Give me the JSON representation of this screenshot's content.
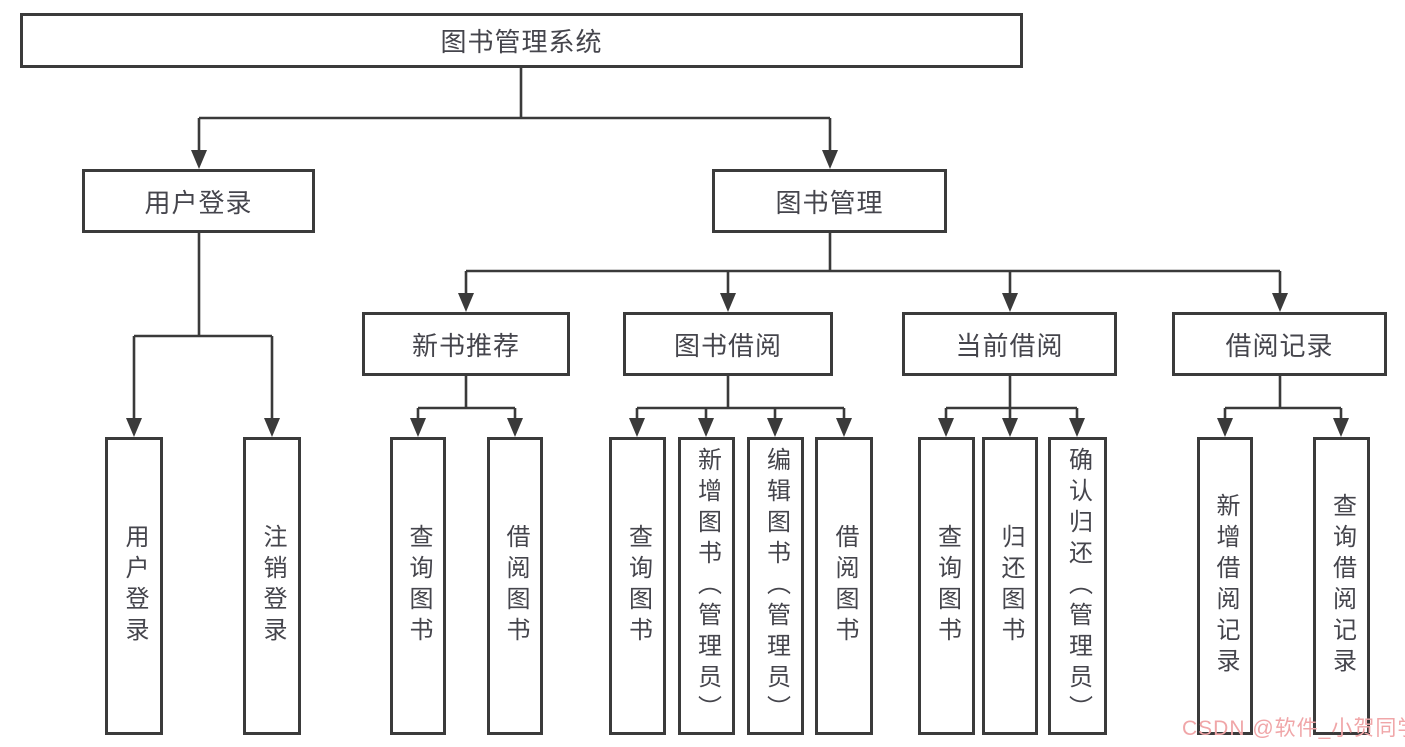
{
  "diagram": {
    "title": "图书管理系统",
    "root": {
      "label": "图书管理系统"
    },
    "branches": [
      {
        "label": "用户登录",
        "children": [
          {
            "label": "用户登录"
          },
          {
            "label": "注销登录"
          }
        ]
      },
      {
        "label": "图书管理",
        "children": [
          {
            "label": "新书推荐",
            "children": [
              {
                "label": "查询图书"
              },
              {
                "label": "借阅图书"
              }
            ]
          },
          {
            "label": "图书借阅",
            "children": [
              {
                "label": "查询图书"
              },
              {
                "label": "新增图书（管理员）"
              },
              {
                "label": "编辑图书（管理员）"
              },
              {
                "label": "借阅图书"
              }
            ]
          },
          {
            "label": "当前借阅",
            "children": [
              {
                "label": "查询图书"
              },
              {
                "label": "归还图书"
              },
              {
                "label": "确认归还（管理员）"
              }
            ]
          },
          {
            "label": "借阅记录",
            "children": [
              {
                "label": "新增借阅记录"
              },
              {
                "label": "查询借阅记录"
              }
            ]
          }
        ]
      }
    ]
  },
  "watermark": {
    "text": "CSDN @软件_小贺同学"
  },
  "colors": {
    "line": "#3a3a3a",
    "border": "#3b3b3b",
    "text": "#45454c",
    "watermark": "#f0a6a8",
    "background": "#ffffff"
  }
}
